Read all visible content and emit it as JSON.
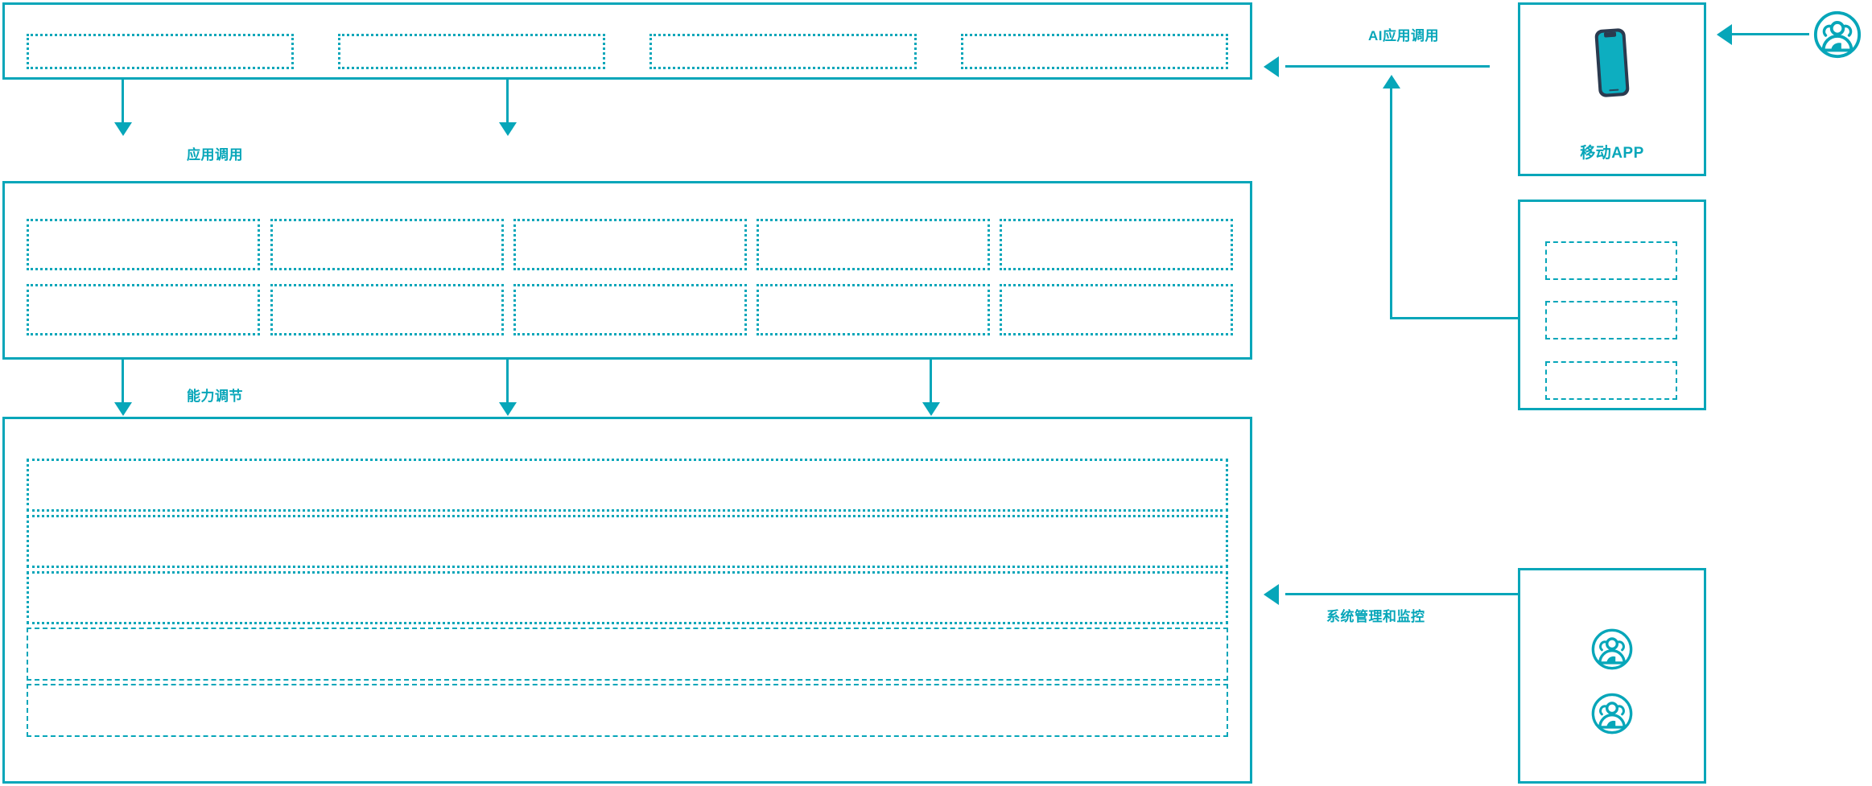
{
  "theme": {
    "accent": "#07A6B9",
    "accent_dark": "#2B3A4F",
    "background": "#FFFFFF"
  },
  "layers": {
    "application_layer": {
      "name": "application-layer-panel",
      "slots": [
        "",
        "",
        "",
        ""
      ]
    },
    "capability_layer": {
      "name": "capability-layer-panel",
      "columns": 5,
      "rows": 2,
      "slots": [
        "",
        "",
        "",
        "",
        "",
        "",
        "",
        "",
        "",
        ""
      ]
    },
    "platform_layer": {
      "name": "platform-layer-panel",
      "slots": [
        "",
        "",
        "",
        "",
        ""
      ]
    }
  },
  "right_column": {
    "mobile_app_card": {
      "label": "移动APP",
      "icon": "smartphone-icon"
    },
    "modules_card": {
      "slots": [
        "",
        "",
        ""
      ]
    },
    "users_card": {
      "icons": [
        "users-group-icon",
        "users-group-icon"
      ]
    },
    "external_user": {
      "icon": "users-group-icon"
    }
  },
  "connectors": {
    "app_call": "应用调用",
    "capability_tune": "能力调节",
    "ai_app_call": "AI应用调用",
    "system_admin_monitor": "系统管理和监控"
  }
}
